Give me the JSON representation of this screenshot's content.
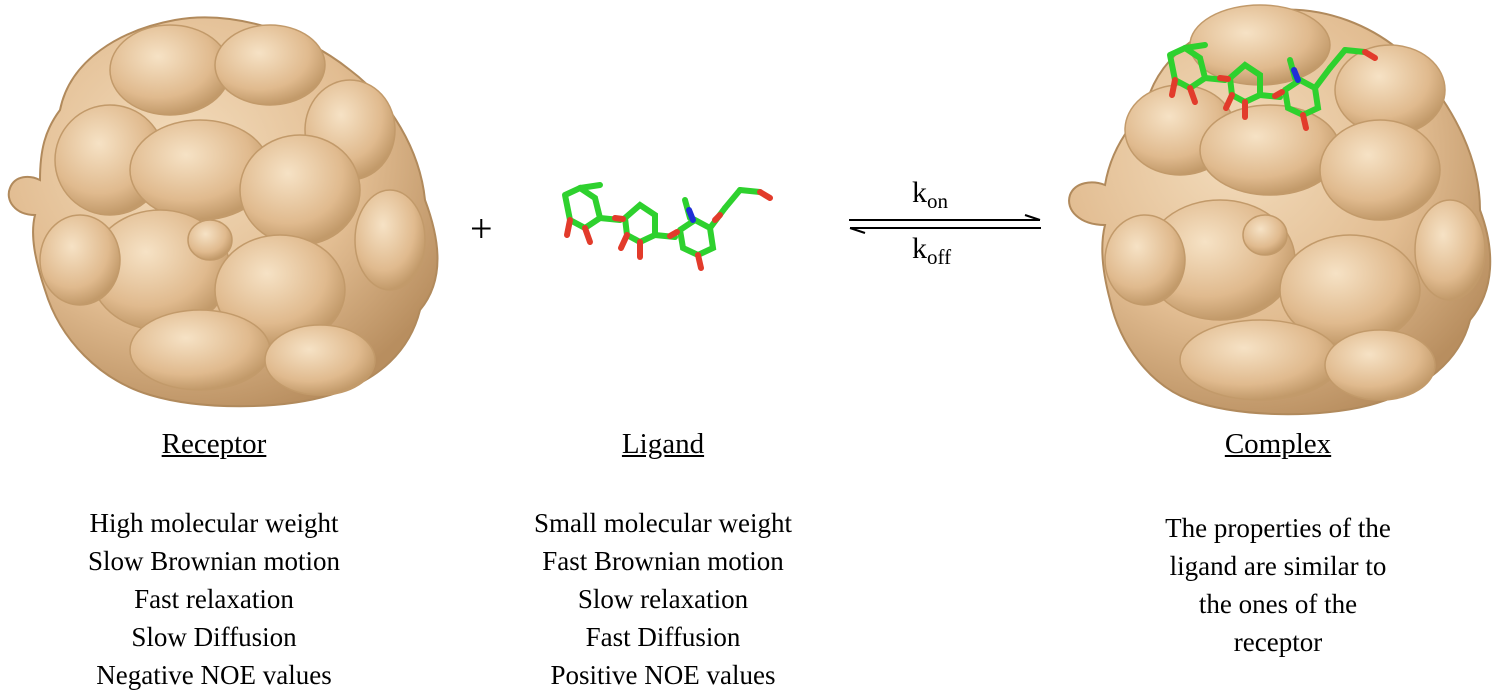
{
  "colors": {
    "protein_surface": "#e8c49a",
    "protein_shadow": "#c9a273",
    "ligand_carbon": "#2ed12e",
    "ligand_oxygen": "#e23b2b",
    "ligand_nitrogen": "#1f2fd6"
  },
  "receptor": {
    "heading": "Receptor",
    "properties": [
      "High molecular weight",
      "Slow Brownian motion",
      "Fast relaxation",
      "Slow Diffusion",
      "Negative NOE values"
    ]
  },
  "ligand": {
    "heading": "Ligand",
    "properties": [
      "Small molecular weight",
      "Fast Brownian motion",
      "Slow relaxation",
      "Fast Diffusion",
      "Positive NOE values"
    ]
  },
  "complex": {
    "heading": "Complex",
    "properties": [
      "The properties of the",
      "ligand are similar to",
      "the ones of the",
      "receptor"
    ]
  },
  "operator": "+",
  "equilibrium": {
    "forward": {
      "k": "k",
      "sub": "on"
    },
    "reverse": {
      "k": "k",
      "sub": "off"
    }
  },
  "icons": {
    "receptor": "protein-surface",
    "ligand": "stick-molecule",
    "arrows": "equilibrium-arrows"
  }
}
